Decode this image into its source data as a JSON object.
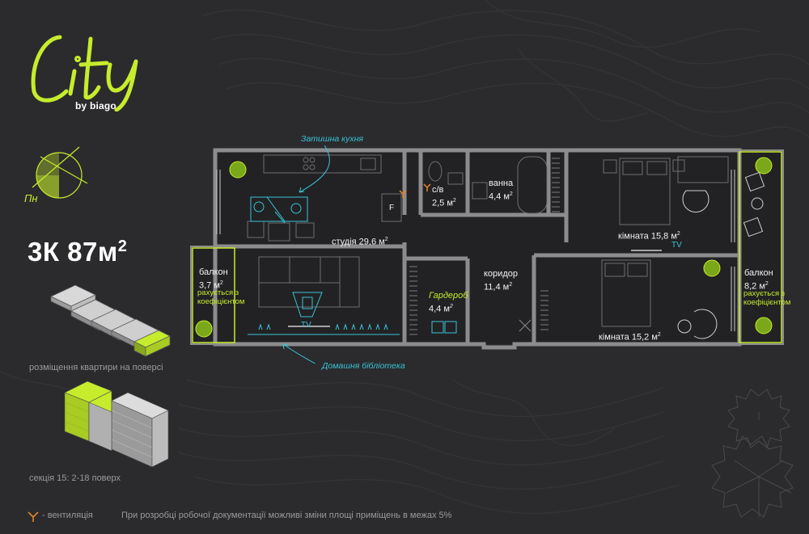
{
  "brand": {
    "logo_text": "City",
    "sub_text": "by biago"
  },
  "compass": {
    "label": "Пн"
  },
  "apartment": {
    "type": "3К 87м",
    "sup": "2"
  },
  "placement_caption": "розміщення квартири на поверсі",
  "section_caption": "секція 15: 2-18 поверх",
  "legend": {
    "vent_text": "- вентиляція"
  },
  "disclaimer": "При розробці робочої документації можливі зміни площі приміщень в межах 5%",
  "annotations": {
    "kitchen": "Затишна кухня",
    "library": "Домашня бібліотека"
  },
  "rooms": {
    "studio": {
      "name": "студія 29,6 м",
      "sup": "2"
    },
    "bathroom_small": {
      "name": "с/в",
      "area": "2,5 м",
      "sup": "2"
    },
    "bath": {
      "name": "ванна",
      "area": "4,4 м",
      "sup": "2"
    },
    "bedroom1": {
      "name": "кімната 15,8 м",
      "sup": "2",
      "tv": "TV"
    },
    "corridor": {
      "name": "коридор",
      "area": "11,4 м",
      "sup": "2"
    },
    "wardrobe": {
      "name": "Гардероб",
      "area": "4,4 м",
      "sup": "2"
    },
    "bedroom2": {
      "name": "кімната 15,2 м",
      "sup": "2"
    },
    "balcony_left": {
      "name": "балкон",
      "area": "3,7 м",
      "sup": "2",
      "note": "рахується з коефіцієнтом"
    },
    "balcony_right": {
      "name": "балкон",
      "area": "8,2 м",
      "sup": "2",
      "note": "рахується з коефіцієнтом"
    },
    "studio_tv": "TV",
    "studio_fridge": "F"
  },
  "colors": {
    "background": "#2b2b2d",
    "accent_green": "#c6ec2c",
    "annotation_cyan": "#39c3d6",
    "wall": "#8c8c8e",
    "floor": "#232325"
  }
}
